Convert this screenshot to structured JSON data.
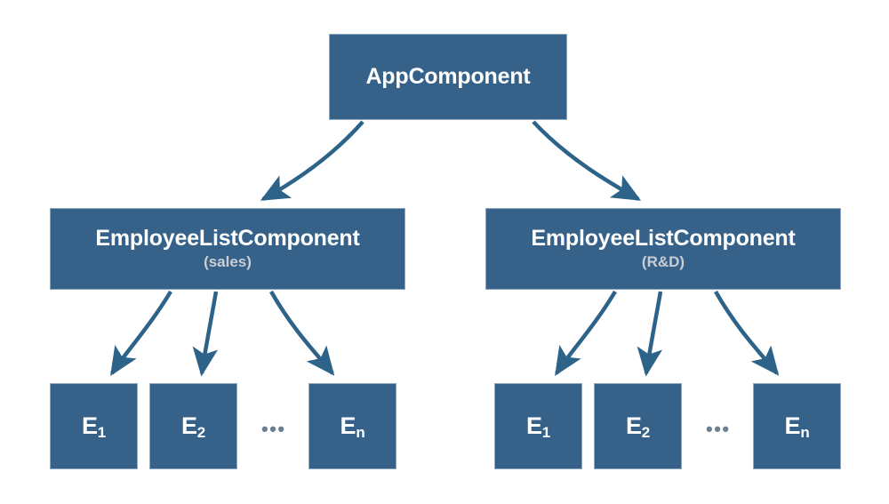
{
  "diagram": {
    "type": "component-tree",
    "background_color": "#ffffff",
    "node_fill": "#36628a",
    "node_border": "#8fa9c0",
    "edge_color": "#2e6389",
    "title_color": "#ffffff",
    "sub_color": "#c9ced3",
    "ellipsis_color": "#6b7f93"
  },
  "root": {
    "label": "AppComponent"
  },
  "lists": [
    {
      "label": "EmployeeListComponent",
      "sub": "(sales)"
    },
    {
      "label": "EmployeeListComponent",
      "sub": "(R&D)"
    }
  ],
  "leaves_left": [
    {
      "base": "E",
      "index": "1"
    },
    {
      "base": "E",
      "index": "2"
    },
    {
      "base": "E",
      "index": "n"
    }
  ],
  "leaves_right": [
    {
      "base": "E",
      "index": "1"
    },
    {
      "base": "E",
      "index": "2"
    },
    {
      "base": "E",
      "index": "n"
    }
  ],
  "ellipsis": {
    "left": "•••",
    "right": "•••"
  }
}
